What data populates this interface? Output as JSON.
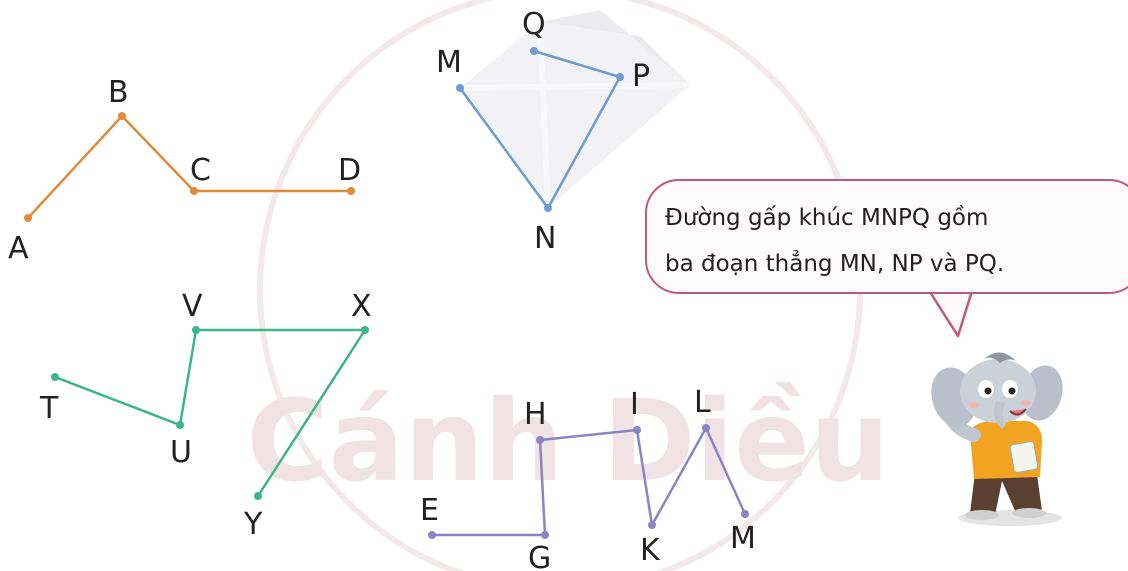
{
  "watermark": {
    "text": "Cánh Diều"
  },
  "polylines": [
    {
      "id": "ABCD",
      "color": "#e08a3a",
      "labels": [
        "A",
        "B",
        "C",
        "D"
      ]
    },
    {
      "id": "MNPQ",
      "color": "#6f9bcf",
      "labels": [
        "M",
        "N",
        "P",
        "Q"
      ]
    },
    {
      "id": "TUVXY",
      "color": "#3bb58a",
      "labels": [
        "T",
        "U",
        "V",
        "X",
        "Y"
      ]
    },
    {
      "id": "EGHIKLM",
      "color": "#8a84c4",
      "labels": [
        "E",
        "G",
        "H",
        "I",
        "K",
        "L",
        "M"
      ]
    }
  ],
  "speech_bubble": {
    "line1": "Đường gấp khúc MNPQ gồm",
    "line2": "ba đoạn thẳng MN, NP và PQ."
  },
  "mascot": {
    "icon": "elephant-mascot-icon"
  }
}
